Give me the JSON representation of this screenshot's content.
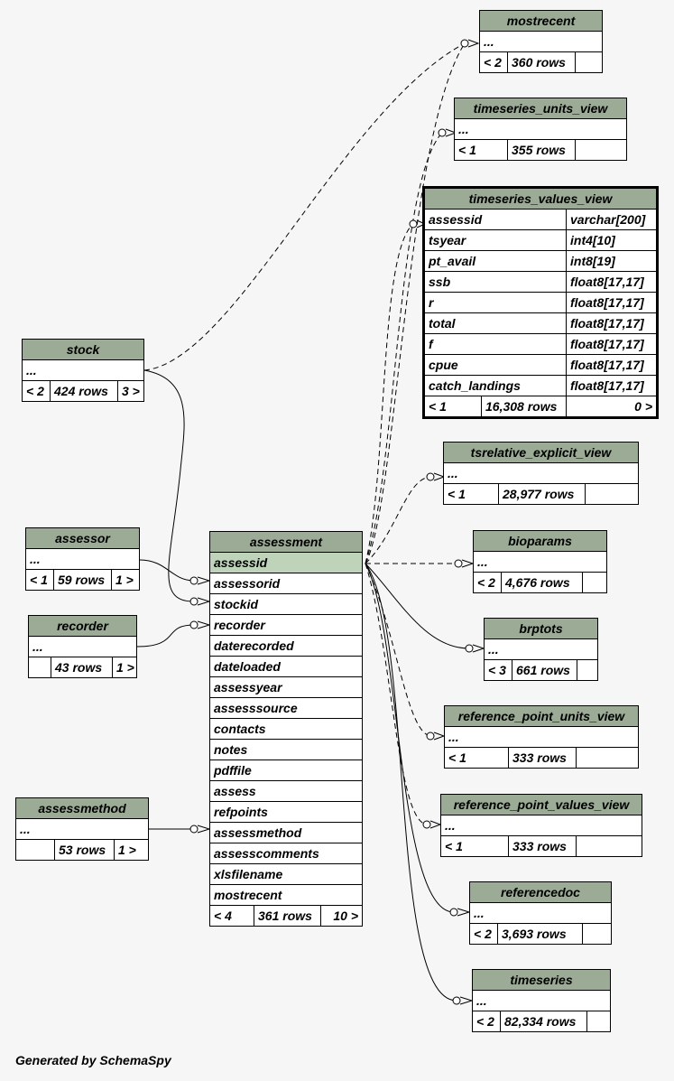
{
  "footer": "Generated by SchemaSpy",
  "colors": {
    "header": "#9bab96",
    "highlight": "#bfd3bb",
    "background": "#f6f6f6"
  },
  "tables": {
    "mostrecent": {
      "name": "mostrecent",
      "cols": "...",
      "foot": [
        "< 2",
        "360 rows",
        ""
      ]
    },
    "timeseries_units_view": {
      "name": "timeseries_units_view",
      "cols": "...",
      "foot": [
        "< 1",
        "355 rows",
        ""
      ]
    },
    "timeseries_values_view": {
      "name": "timeseries_values_view",
      "columns": [
        {
          "name": "assessid",
          "type": "varchar[200]"
        },
        {
          "name": "tsyear",
          "type": "int4[10]"
        },
        {
          "name": "pt_avail",
          "type": "int8[19]"
        },
        {
          "name": "ssb",
          "type": "float8[17,17]"
        },
        {
          "name": "r",
          "type": "float8[17,17]"
        },
        {
          "name": "total",
          "type": "float8[17,17]"
        },
        {
          "name": "f",
          "type": "float8[17,17]"
        },
        {
          "name": "cpue",
          "type": "float8[17,17]"
        },
        {
          "name": "catch_landings",
          "type": "float8[17,17]"
        }
      ],
      "foot": [
        "< 1",
        "16,308 rows",
        "0 >"
      ]
    },
    "stock": {
      "name": "stock",
      "cols": "...",
      "foot": [
        "< 2",
        "424 rows",
        "3 >"
      ]
    },
    "tsrelative_explicit_view": {
      "name": "tsrelative_explicit_view",
      "cols": "...",
      "foot": [
        "< 1",
        "28,977 rows",
        ""
      ]
    },
    "assessor": {
      "name": "assessor",
      "cols": "...",
      "foot": [
        "< 1",
        "59 rows",
        "1 >"
      ]
    },
    "assessment": {
      "name": "assessment",
      "columns": [
        "assessid",
        "assessorid",
        "stockid",
        "recorder",
        "daterecorded",
        "dateloaded",
        "assessyear",
        "assesssource",
        "contacts",
        "notes",
        "pdffile",
        "assess",
        "refpoints",
        "assessmethod",
        "assesscomments",
        "xlsfilename",
        "mostrecent"
      ],
      "foot": [
        "< 4",
        "361 rows",
        "10 >"
      ]
    },
    "bioparams": {
      "name": "bioparams",
      "cols": "...",
      "foot": [
        "< 2",
        "4,676 rows",
        ""
      ]
    },
    "recorder": {
      "name": "recorder",
      "cols": "...",
      "foot": [
        "",
        "43 rows",
        "1 >"
      ]
    },
    "brptots": {
      "name": "brptots",
      "cols": "...",
      "foot": [
        "< 3",
        "661 rows",
        ""
      ]
    },
    "reference_point_units_view": {
      "name": "reference_point_units_view",
      "cols": "...",
      "foot": [
        "< 1",
        "333 rows",
        ""
      ]
    },
    "assessmethod": {
      "name": "assessmethod",
      "cols": "...",
      "foot": [
        "",
        "53 rows",
        "1 >"
      ]
    },
    "reference_point_values_view": {
      "name": "reference_point_values_view",
      "cols": "...",
      "foot": [
        "< 1",
        "333 rows",
        ""
      ]
    },
    "referencedoc": {
      "name": "referencedoc",
      "cols": "...",
      "foot": [
        "< 2",
        "3,693 rows",
        ""
      ]
    },
    "timeseries": {
      "name": "timeseries",
      "cols": "...",
      "foot": [
        "< 2",
        "82,334 rows",
        ""
      ]
    }
  }
}
